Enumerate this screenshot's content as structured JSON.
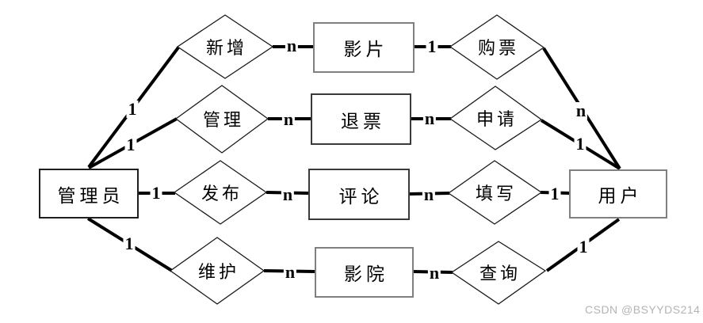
{
  "diagram": {
    "entities": {
      "admin": {
        "label": "管理员"
      },
      "movie": {
        "label": "影片"
      },
      "refund": {
        "label": "退票"
      },
      "comment": {
        "label": "评论"
      },
      "cinema": {
        "label": "影院"
      },
      "user": {
        "label": "用户"
      }
    },
    "relationships": {
      "add": {
        "label": "新增"
      },
      "manage": {
        "label": "管理"
      },
      "publish": {
        "label": "发布"
      },
      "maintain": {
        "label": "维护"
      },
      "buy": {
        "label": "购票"
      },
      "apply": {
        "label": "申请"
      },
      "fill": {
        "label": "填写"
      },
      "query": {
        "label": "查询"
      }
    },
    "cardinalities": {
      "admin_add": "1",
      "add_movie": "n",
      "movie_buy": "1",
      "buy_user": "n",
      "admin_manage": "1",
      "manage_refund": "n",
      "refund_apply": "n",
      "apply_user": "1",
      "admin_publish": "1",
      "publish_comment": "n",
      "comment_fill": "n",
      "fill_user": "1",
      "admin_maintain": "1",
      "maintain_cinema": "n",
      "cinema_query": "n",
      "query_user": "1"
    },
    "colors": {
      "line": "#000000",
      "entity_border_gray": "#7f7f7f",
      "entity_border_dark": "#1f1f1f",
      "watermark": "#b5b4b4"
    }
  },
  "watermark": {
    "text": "CSDN @BSYYDS214"
  }
}
